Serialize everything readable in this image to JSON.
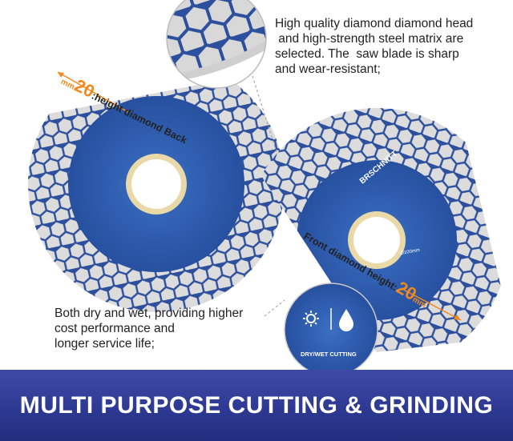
{
  "top_text": [
    "High quality diamond diamond head",
    " and high-strength steel matrix are",
    "selected. The  saw blade is sharp",
    "and wear-resistant;"
  ],
  "bottom_text": [
    "Both dry and wet, providing higher",
    "cost performance and",
    "longer service life;"
  ],
  "left_label": {
    "unit": "mm",
    "value": "20",
    "text": ":height diamond Back"
  },
  "right_label": {
    "text": "Front diamond height:",
    "value": "20",
    "unit": "mm"
  },
  "blade": {
    "brand": "BRSCHNITT",
    "size": "4\"",
    "bore": "Ø100mm",
    "mode_label": "DRY/WET CUTTING"
  },
  "banner_title": "MULTI PURPOSE CUTTING & GRINDING",
  "colors": {
    "blade_blue": "#2f5fb3",
    "hex_silver": "#d9dadb",
    "accent_orange": "#f08a1c",
    "banner": "#2c3890"
  },
  "icons": [
    "sun-icon",
    "water-drop-icon"
  ]
}
